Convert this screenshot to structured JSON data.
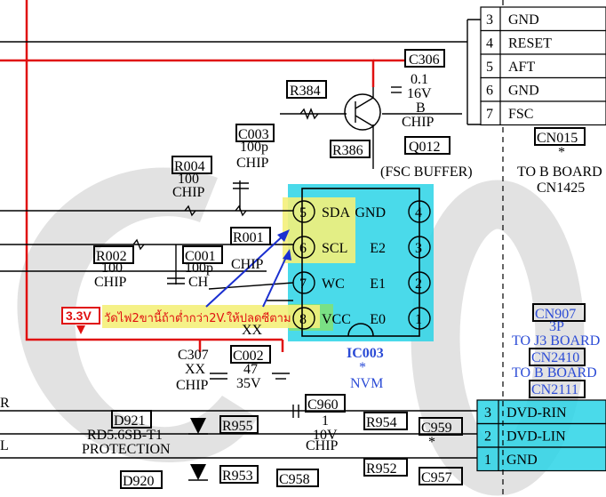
{
  "connector_top": {
    "pins": [
      {
        "num": "3",
        "name": "GND"
      },
      {
        "num": "4",
        "name": "RESET"
      },
      {
        "num": "5",
        "name": "AFT"
      },
      {
        "num": "6",
        "name": "GND"
      },
      {
        "num": "7",
        "name": "FSC"
      }
    ],
    "ref": "CN015",
    "note": "TO B BOARD",
    "note2": "CN1425"
  },
  "connector_bottom": {
    "pins": [
      {
        "num": "3",
        "name": "DVD-RIN"
      },
      {
        "num": "2",
        "name": "DVD-LIN"
      },
      {
        "num": "1",
        "name": "GND"
      }
    ]
  },
  "parts": {
    "c306": {
      "ref": "C306",
      "v1": "0.1",
      "v2": "16V",
      "v3": "B",
      "v4": "CHIP"
    },
    "r384": {
      "ref": "R384"
    },
    "r386": {
      "ref": "R386"
    },
    "q012": {
      "ref": "Q012",
      "note": "(FSC BUFFER)"
    },
    "c003a": {
      "ref": "C003",
      "v1": "100p",
      "v2": "CHIP"
    },
    "r004": {
      "ref": "R004",
      "v1": "100",
      "v2": "CHIP"
    },
    "r002": {
      "ref": "R002",
      "v1": "100",
      "v2": "CHIP"
    },
    "c001": {
      "ref": "C001",
      "v1": "100p",
      "v2": "CH"
    },
    "r001": {
      "ref": "R001",
      "v1": "CHIP"
    },
    "c307": {
      "ref": "C307",
      "v1": "XX",
      "v2": "CHIP"
    },
    "c002": {
      "ref": "C002",
      "v1": "47",
      "v2": "35V"
    },
    "c960": {
      "ref": "C960",
      "v1": "1",
      "v2": "10V",
      "v3": "CHIP"
    },
    "r954": {
      "ref": "R954"
    },
    "c959": {
      "ref": "C959"
    },
    "r955": {
      "ref": "R955"
    },
    "d921": {
      "ref": "D921"
    },
    "rd": {
      "ref": "RD5.6SB-T1",
      "v1": "PROTECTION"
    },
    "r953": {
      "ref": "R953"
    },
    "c958": {
      "ref": "C958"
    },
    "r952": {
      "ref": "R952"
    },
    "c957": {
      "ref": "C957"
    },
    "d920": {
      "ref": "D920"
    }
  },
  "ic": {
    "ref": "IC003",
    "star": "*",
    "name": "NVM",
    "left_pins": [
      {
        "num": "5",
        "name": "SDA"
      },
      {
        "num": "6",
        "name": "SCL"
      },
      {
        "num": "7",
        "name": "WC"
      },
      {
        "num": "8",
        "name": "VCC"
      }
    ],
    "right_pins": [
      {
        "num": "4",
        "name": "GND"
      },
      {
        "num": "3",
        "name": "E2"
      },
      {
        "num": "2",
        "name": "E1"
      },
      {
        "num": "1",
        "name": "E0"
      }
    ]
  },
  "right_notes": {
    "cn907": "CN907",
    "cn907_v": "3P",
    "to_j3": "TO J3 BOARD",
    "cn2410": "CN2410",
    "to_b": "TO B BOARD",
    "cn2111": "CN2111"
  },
  "annotation": {
    "badge": "3.3V",
    "text": "วัดไฟ2ขานี้ถ้าต่ำกว่า2V.ให้ปลดซีตาม"
  },
  "misc": {
    "xx": "XX",
    "star": "*",
    "left_r": "R",
    "left_l": "L"
  },
  "colors": {
    "highlight_cyan": "#2ad4e6",
    "highlight_yellow": "#f4f07a",
    "highlight_green": "#7fe07a",
    "red_trace": "#e01010",
    "blue_note": "#2b4bd6"
  }
}
